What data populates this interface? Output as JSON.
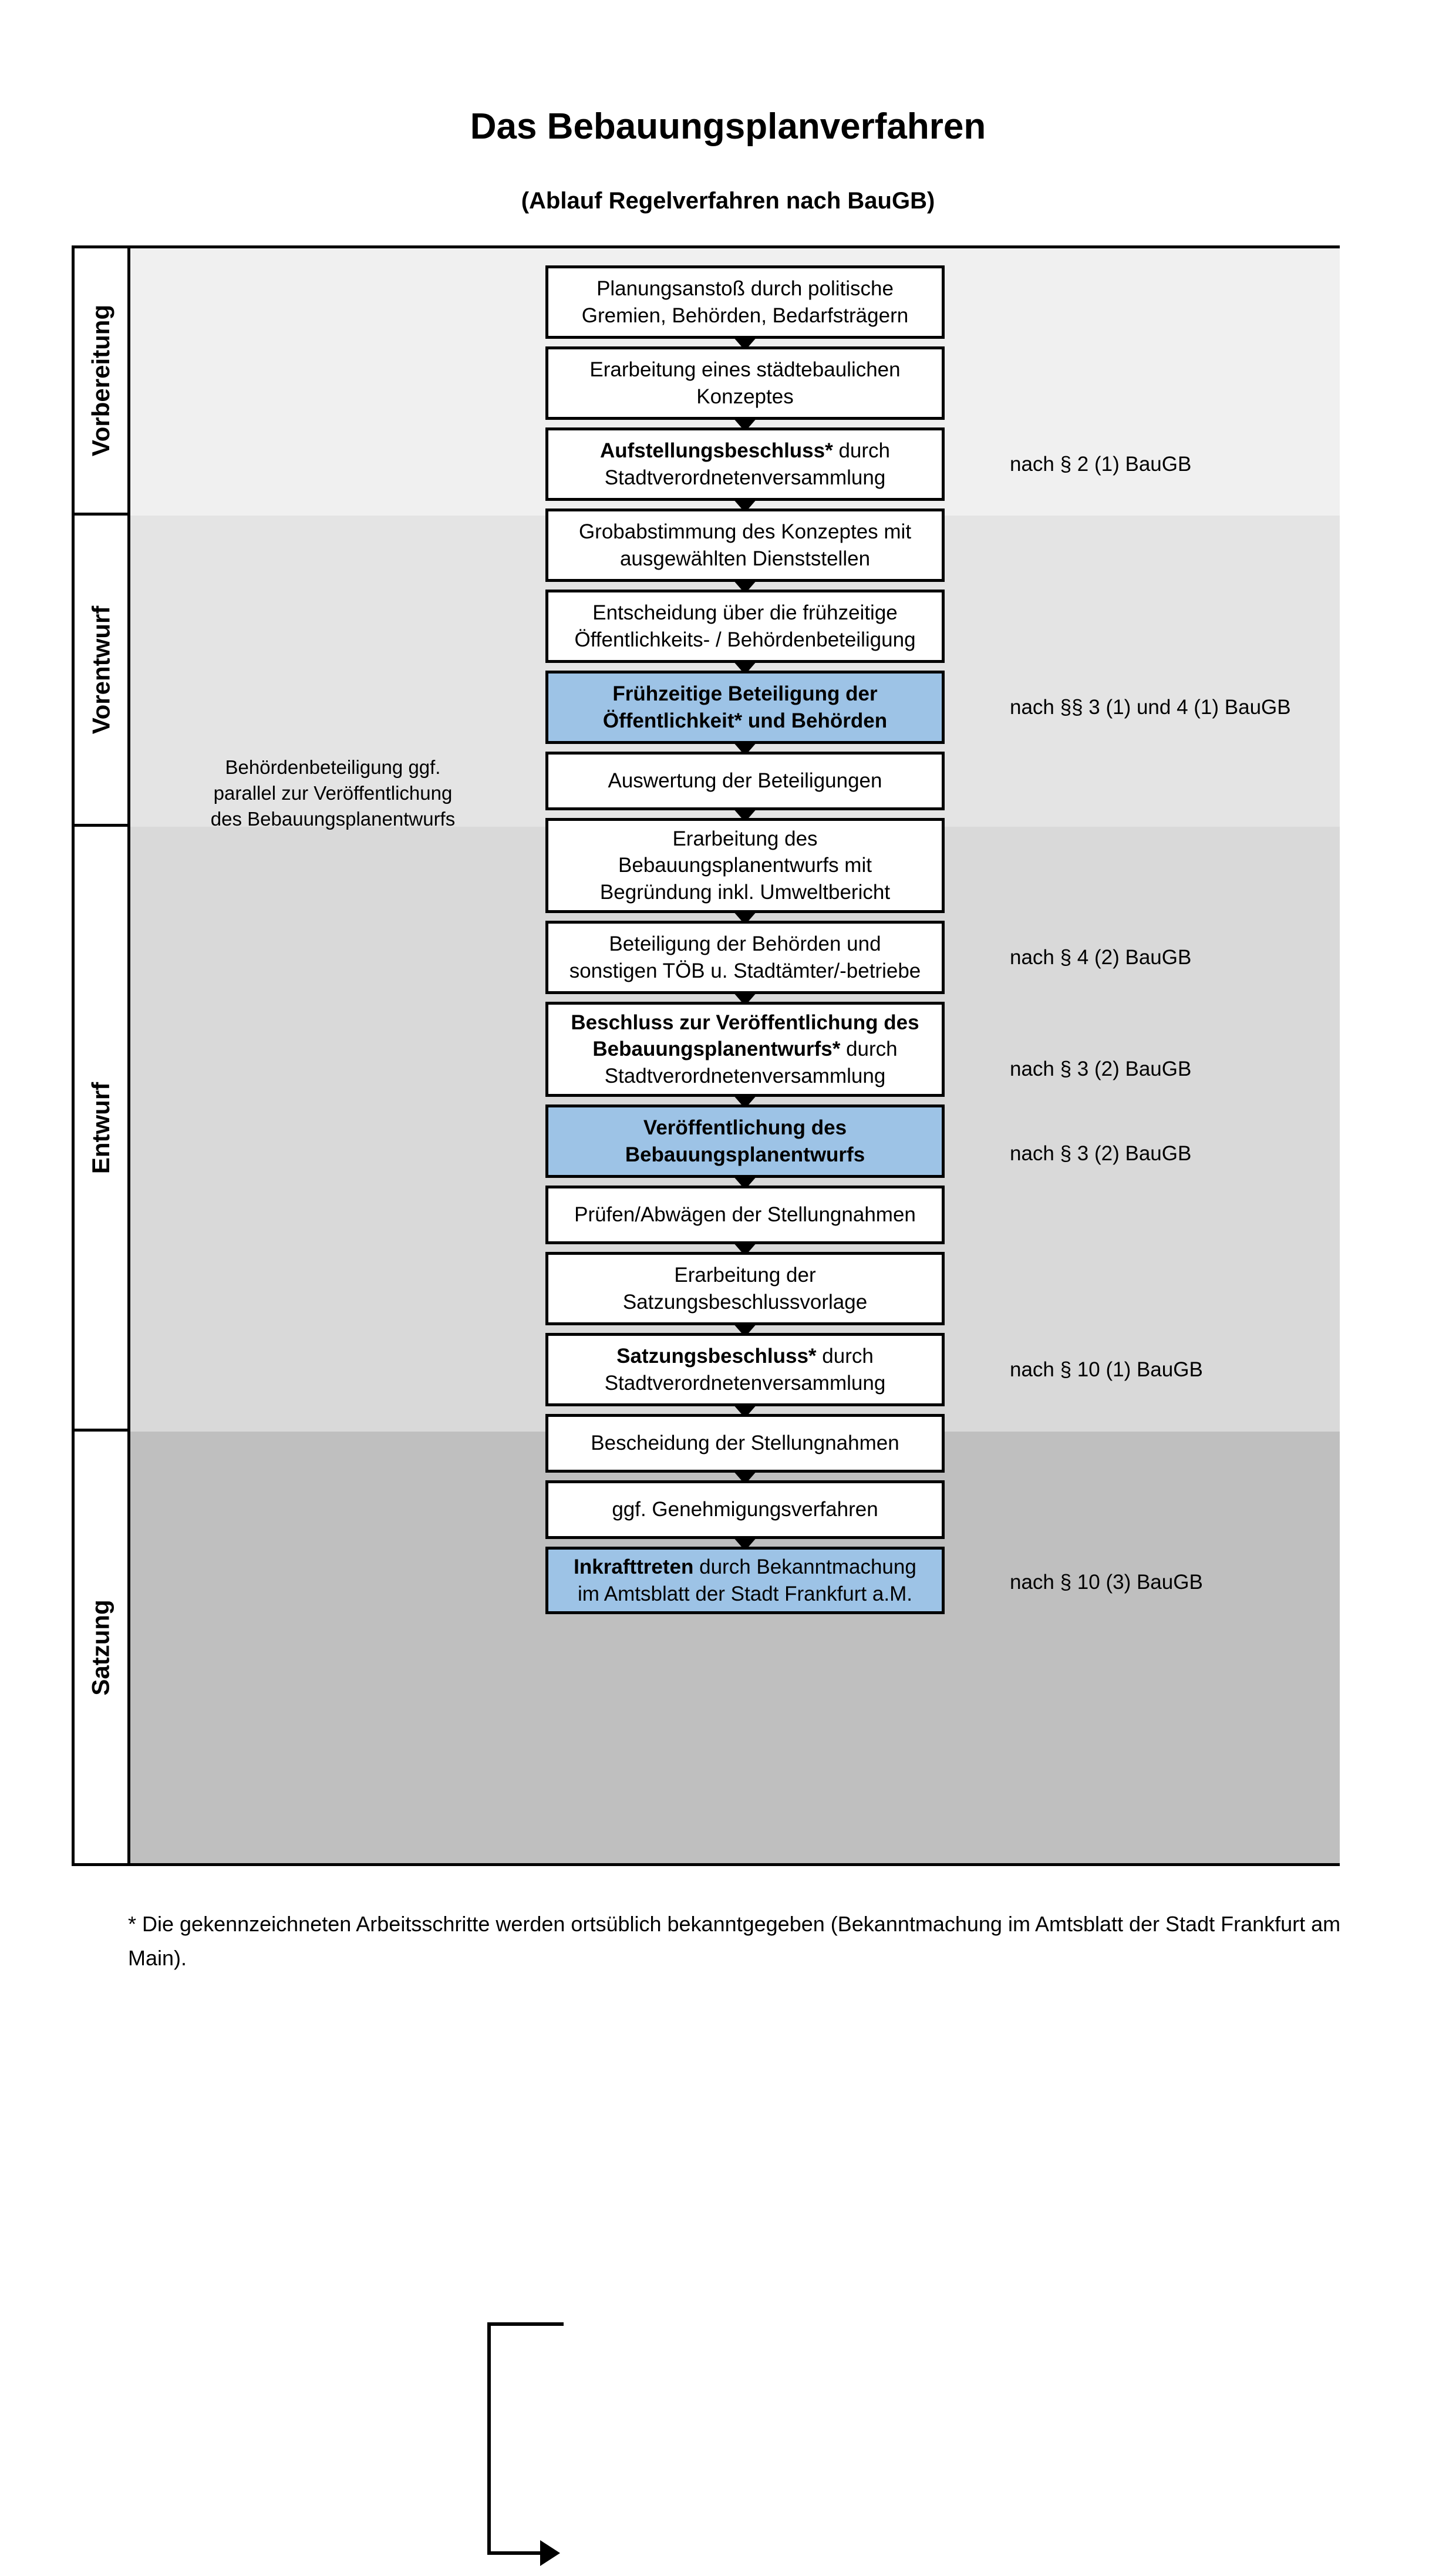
{
  "document": {
    "title": "Das Bebauungsplanverfahren",
    "subtitle": "(Ablauf Regelverfahren nach BauGB)",
    "footnote": "* Die gekennzeichneten Arbeitsschritte werden ortsüblich bekanntgegeben (Bekanntmachung im Amtsblatt  der Stadt Frankfurt am Main)."
  },
  "colors": {
    "highlight": "#9dc3e6",
    "band_vorbereitung": "#f0f0f0",
    "band_vorentwurf": "#e4e4e4",
    "band_entwurf": "#d9d9d9",
    "band_satzung": "#bfbfbf",
    "outline": "#000000"
  },
  "stages": [
    {
      "id": "vorbereitung",
      "label": "Vorbereitung"
    },
    {
      "id": "vorentwurf",
      "label": "Vorentwurf"
    },
    {
      "id": "entwurf",
      "label": "Entwurf"
    },
    {
      "id": "satzung",
      "label": "Satzung"
    }
  ],
  "steps": [
    {
      "id": "planungsanstoss",
      "stage": "vorbereitung",
      "lines": [
        {
          "text": "Planungsanstoß durch politische",
          "bold": false
        },
        {
          "text": "Gremien, Behörden, Bedarfsträgern",
          "bold": false
        }
      ],
      "highlighted": false
    },
    {
      "id": "staedtebauliches-konzept",
      "stage": "vorbereitung",
      "lines": [
        {
          "text": "Erarbeitung eines städtebaulichen",
          "bold": false
        },
        {
          "text": "Konzeptes",
          "bold": false
        }
      ],
      "highlighted": false
    },
    {
      "id": "aufstellungsbeschluss",
      "stage": "vorbereitung",
      "lines": [
        {
          "text": "Aufstellungsbeschluss* durch",
          "bold": true
        },
        {
          "text": "Stadtverordnetenversammlung",
          "bold": false
        }
      ],
      "highlighted": false
    },
    {
      "id": "grobabstimmung",
      "stage": "vorentwurf",
      "lines": [
        {
          "text": "Grobabstimmung des Konzeptes mit",
          "bold": false
        },
        {
          "text": "ausgewählten Dienststellen",
          "bold": false
        }
      ],
      "highlighted": false
    },
    {
      "id": "entscheidung-fruehzeitige-beteiligung",
      "stage": "vorentwurf",
      "lines": [
        {
          "text": "Entscheidung über die frühzeitige",
          "bold": false
        },
        {
          "text": "Öffentlichkeits- / Behördenbeteiligung",
          "bold": false
        }
      ],
      "highlighted": false
    },
    {
      "id": "fruehzeitige-beteiligung",
      "stage": "vorentwurf",
      "lines": [
        {
          "text": "Frühzeitige Beteiligung der",
          "bold": true
        },
        {
          "text": "Öffentlichkeit* und Behörden",
          "bold": true
        }
      ],
      "highlighted": true
    },
    {
      "id": "auswertung-beteiligungen",
      "stage": "entwurf",
      "lines": [
        {
          "text": "Auswertung der Beteiligungen",
          "bold": false
        }
      ],
      "highlighted": false
    },
    {
      "id": "erarbeitung-bebauungsplanentwurf",
      "stage": "entwurf",
      "lines": [
        {
          "text": "Erarbeitung des",
          "bold": false
        },
        {
          "text": "Bebauungsplanentwurfs mit",
          "bold": false
        },
        {
          "text": "Begründung inkl. Umweltbericht",
          "bold": false
        }
      ],
      "highlighted": false
    },
    {
      "id": "beteiligung-behoerden-toeb",
      "stage": "entwurf",
      "lines": [
        {
          "text": "Beteiligung der Behörden und",
          "bold": false
        },
        {
          "text": "sonstigen TÖB u. Stadtämter/-betriebe",
          "bold": false
        }
      ],
      "highlighted": false
    },
    {
      "id": "beschluss-veroeffentlichung",
      "stage": "entwurf",
      "lines": [
        {
          "text": "Beschluss zur Veröffentlichung des",
          "bold": true
        },
        {
          "text": "Bebauungsplanentwurfs* durch",
          "bold": true,
          "tail": " durch",
          "head": "Bebauungsplanentwurfs*"
        },
        {
          "text": "Stadtverordnetenversammlung",
          "bold": false
        }
      ],
      "highlighted": false
    },
    {
      "id": "veroeffentlichung-bebauungsplanentwurf",
      "stage": "entwurf",
      "lines": [
        {
          "text": "Veröffentlichung des",
          "bold": true
        },
        {
          "text": "Bebauungsplanentwurfs",
          "bold": true
        }
      ],
      "highlighted": true
    },
    {
      "id": "pruefen-abwaegen",
      "stage": "satzung",
      "lines": [
        {
          "text": "Prüfen/Abwägen der Stellungnahmen",
          "bold": false
        }
      ],
      "highlighted": false
    },
    {
      "id": "erarbeitung-satzungsbeschlussvorlage",
      "stage": "satzung",
      "lines": [
        {
          "text": "Erarbeitung der",
          "bold": false
        },
        {
          "text": "Satzungsbeschlussvorlage",
          "bold": false
        }
      ],
      "highlighted": false
    },
    {
      "id": "satzungsbeschluss",
      "stage": "satzung",
      "lines": [
        {
          "text": "Satzungsbeschluss* durch",
          "bold": true
        },
        {
          "text": "Stadtverordnetenversammlung",
          "bold": false
        }
      ],
      "highlighted": false
    },
    {
      "id": "bescheidung-stellungnahmen",
      "stage": "satzung",
      "lines": [
        {
          "text": "Bescheidung der Stellungnahmen",
          "bold": false
        }
      ],
      "highlighted": false
    },
    {
      "id": "genehmigungsverfahren",
      "stage": "satzung",
      "lines": [
        {
          "text": "ggf. Genehmigungsverfahren",
          "bold": false
        }
      ],
      "highlighted": false
    },
    {
      "id": "inkrafttreten",
      "stage": "satzung",
      "lines": [
        {
          "text": "Inkrafttreten durch Bekanntmachung",
          "bold": true
        },
        {
          "text": "im Amtsblatt der Stadt Frankfurt a.M.",
          "bold": false
        }
      ],
      "highlighted": true
    }
  ],
  "box_text": {
    "planungsanstoss_l1": "Planungsanstoß durch politische",
    "planungsanstoss_l2": "Gremien, Behörden, Bedarfsträgern",
    "konzept_l1": "Erarbeitung eines städtebaulichen",
    "konzept_l2": "Konzeptes",
    "aufstellung_l1a": "Aufstellungsbeschluss*",
    "aufstellung_l1b": " durch",
    "aufstellung_l2": "Stadtverordnetenversammlung",
    "grobabstimmung_l1": "Grobabstimmung des Konzeptes mit",
    "grobabstimmung_l2": "ausgewählten Dienststellen",
    "entscheidung_l1": "Entscheidung über die frühzeitige",
    "entscheidung_l2": "Öffentlichkeits- / Behördenbeteiligung",
    "fruehbeteiligung_l1": "Frühzeitige Beteiligung der",
    "fruehbeteiligung_l2": "Öffentlichkeit* und Behörden",
    "auswertung_l1": "Auswertung der Beteiligungen",
    "erarbeitung_l1": "Erarbeitung des",
    "erarbeitung_l2": "Bebauungsplanentwurfs mit",
    "erarbeitung_l3": "Begründung inkl. Umweltbericht",
    "toeb_l1": "Beteiligung der Behörden und",
    "toeb_l2": "sonstigen TÖB u. Stadtämter/-betriebe",
    "beschluss_l1": "Beschluss zur Veröffentlichung des",
    "beschluss_l2a": "Bebauungsplanentwurfs*",
    "beschluss_l2b": " durch",
    "beschluss_l3": "Stadtverordnetenversammlung",
    "veroeff_l1": "Veröffentlichung des",
    "veroeff_l2": "Bebauungsplanentwurfs",
    "pruefen_l1": "Prüfen/Abwägen der Stellungnahmen",
    "satzungsvorlage_l1": "Erarbeitung der",
    "satzungsvorlage_l2": "Satzungsbeschlussvorlage",
    "satzungsbeschluss_l1a": "Satzungsbeschluss*",
    "satzungsbeschluss_l1b": " durch",
    "satzungsbeschluss_l2": "Stadtverordnetenversammlung",
    "bescheidung_l1": "Bescheidung der Stellungnahmen",
    "genehmigung_l1": "ggf. Genehmigungsverfahren",
    "inkrafttreten_l1a": "Inkrafttreten",
    "inkrafttreten_l1b": " durch Bekanntmachung",
    "inkrafttreten_l2": "im Amtsblatt der Stadt Frankfurt a.M."
  },
  "sidenote": {
    "l1": "Behördenbeteiligung",
    "l2": "ggf. parallel zur",
    "l3": "Veröffentlichung des",
    "l4": "Bebauungsplanentwurfs"
  },
  "legal_refs": [
    {
      "id": "ref-aufstellungsbeschluss",
      "text": "nach § 2 (1) BauGB"
    },
    {
      "id": "ref-fruehzeitige-beteiligung",
      "text": "nach §§ 3 (1) und 4 (1) BauGB"
    },
    {
      "id": "ref-behoerdenbeteiligung",
      "text": "nach § 4 (2) BauGB"
    },
    {
      "id": "ref-beschluss-veroeffentlichung",
      "text": "nach § 3 (2) BauGB"
    },
    {
      "id": "ref-veroeffentlichung",
      "text": "nach § 3 (2) BauGB"
    },
    {
      "id": "ref-satzungsbeschluss",
      "text": "nach § 10 (1) BauGB"
    },
    {
      "id": "ref-inkrafttreten",
      "text": "nach § 10 (3) BauGB"
    }
  ]
}
